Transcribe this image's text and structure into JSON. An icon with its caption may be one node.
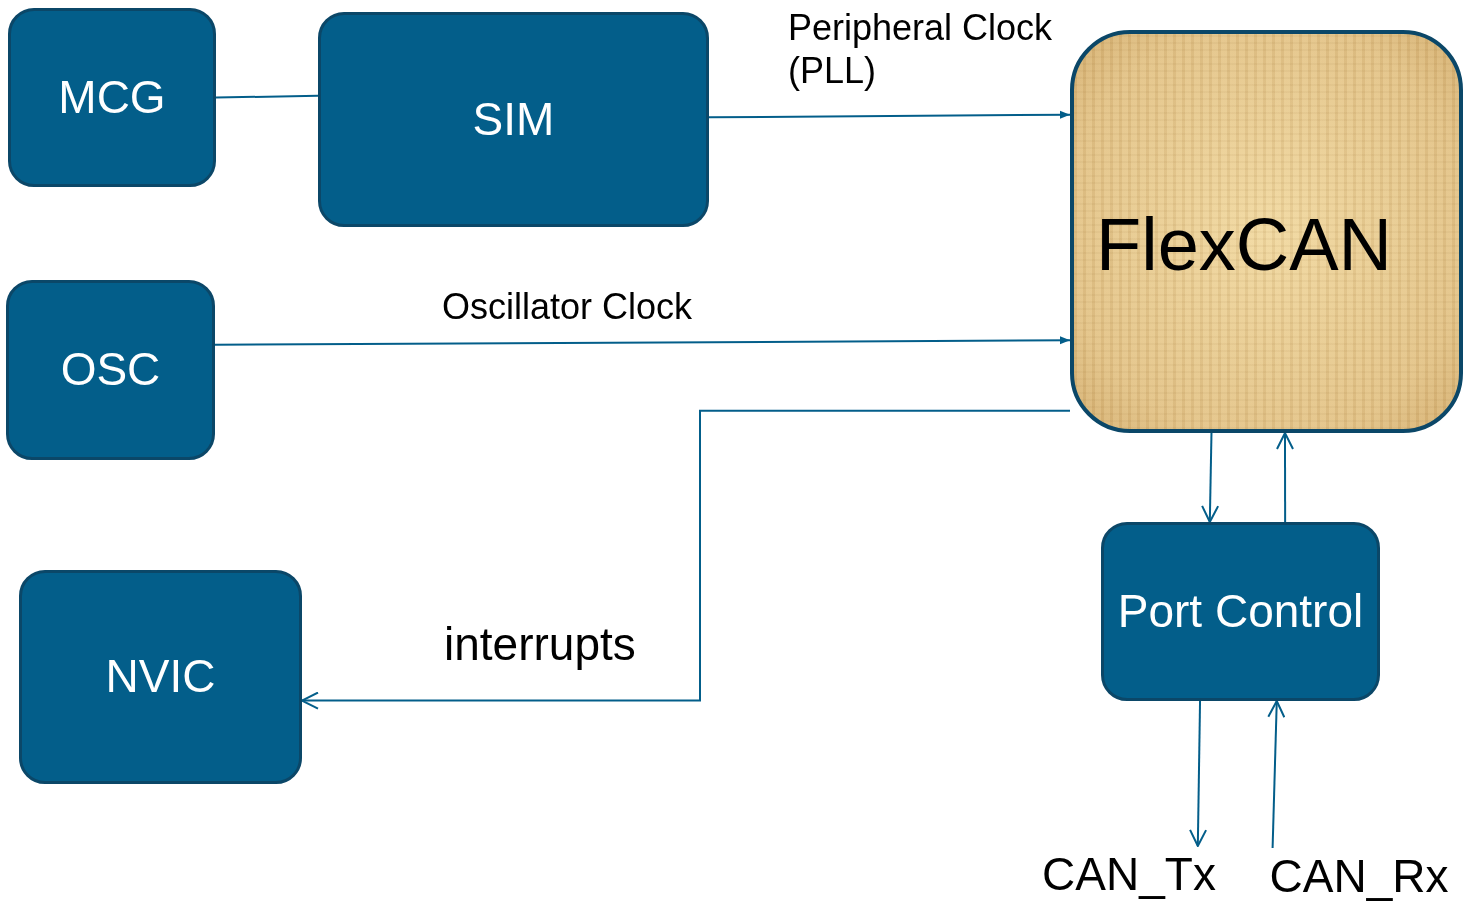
{
  "diagram": {
    "nodes": [
      {
        "text": [
          "MCG"
        ]
      },
      {
        "text": [
          "SIM"
        ]
      },
      {
        "text": [
          "FlexCAN"
        ]
      },
      {
        "text": [
          "OSC"
        ]
      },
      {
        "text": [
          "NVIC"
        ]
      },
      {
        "text": [
          "Port Control"
        ]
      },
      {
        "text": [
          "CAN_Tx"
        ]
      },
      {
        "text": [
          "CAN_Rx"
        ]
      }
    ],
    "edges": [
      {
        "from": 0,
        "to": 1,
        "arrow": "none"
      },
      {
        "from": 1,
        "to": 2,
        "arrow": "to",
        "label": "Peripheral Clock (PLL)"
      },
      {
        "from": 3,
        "to": 2,
        "arrow": "to",
        "label": "Oscillator Clock"
      },
      {
        "from": 2,
        "to": 4,
        "arrow": "to",
        "label": "interrupts"
      },
      {
        "from": 2,
        "to": 5,
        "arrow": "to"
      },
      {
        "from": 5,
        "to": 2,
        "arrow": "to"
      },
      {
        "from": 5,
        "to": 6,
        "arrow": "to"
      },
      {
        "from": 7,
        "to": 5,
        "arrow": "to"
      }
    ]
  }
}
